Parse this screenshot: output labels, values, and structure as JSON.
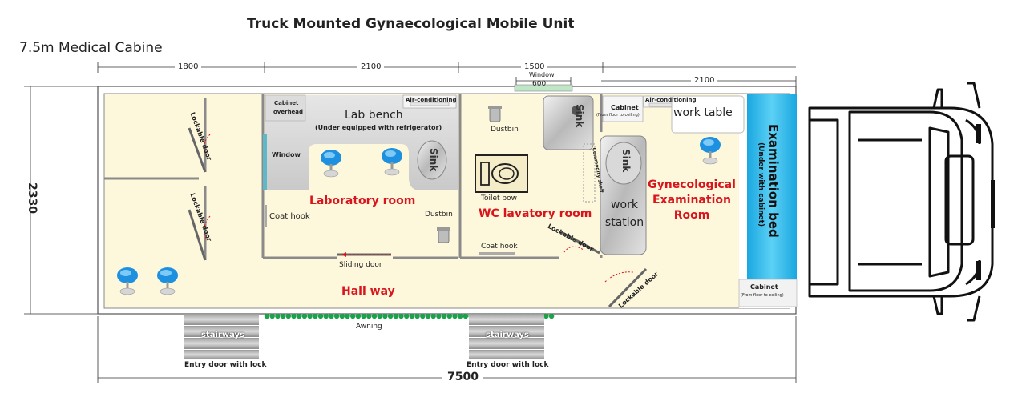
{
  "title": "Truck Mounted Gynaecological Mobile Unit",
  "subtitle": "7.5m Medical Cabine",
  "dimensions": {
    "top": [
      "1800",
      "2100",
      "1500",
      "2100"
    ],
    "window": "Window",
    "window_width": "600",
    "height": "2330",
    "total_length": "7500"
  },
  "rooms": {
    "lab": "Laboratory room",
    "wc": "WC lavatory room",
    "gyn_line1": "Gynecological",
    "gyn_line2": "Examination",
    "gyn_line3": "Room",
    "hallway": "Hall way"
  },
  "labels": {
    "lockable_door": "Lockable door",
    "cabinet_overhead_1": "Cabinet",
    "cabinet_overhead_2": "overhead",
    "lab_bench": "Lab bench",
    "lab_bench_note": "(Under equipped with refrigerator)",
    "air_conditioning": "Air-conditioning",
    "window": "Window",
    "sink": "Sink",
    "coat_hook": "Coat hook",
    "dustbin": "Dustbin",
    "toilet_bow": "Toilet bow",
    "commodity_shelf": "Commodity shelf",
    "cabinet": "Cabinet",
    "cabinet_floor_ceiling": "(From floor to ceiling)",
    "work_table": "work table",
    "work_station_1": "work",
    "work_station_2": "station",
    "exam_bed": "Examination bed",
    "exam_bed_note": "(Under with cabinet)",
    "sliding_door": "Sliding door",
    "awning": "Awning",
    "stairways": "stairways",
    "entry_door": "Entry door with lock"
  },
  "colors": {
    "floor": "#fdf8dc",
    "wall": "#8a8a8a",
    "room_text": "#d8141c",
    "chair": "#1e90e0",
    "exam_bed": "#29b6e8",
    "awning_dots": "#1aa34a",
    "fixture_gray": "#cfcfcf"
  }
}
